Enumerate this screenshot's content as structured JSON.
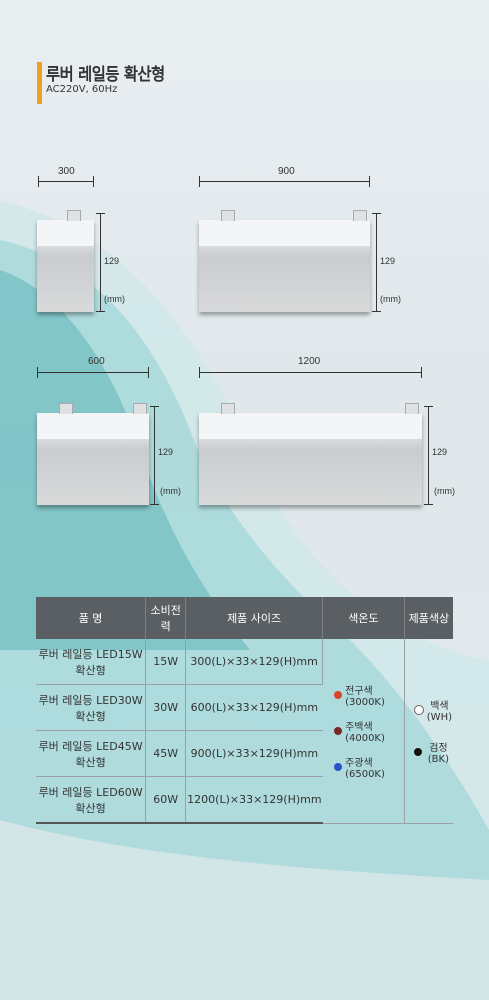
{
  "header": {
    "title": "루버 레일등 확산형",
    "subtitle": "AC220V, 60Hz"
  },
  "dimensions": {
    "w300": "300",
    "w600": "600",
    "w900": "900",
    "w1200": "1200",
    "height": "129",
    "unit": "(mm)"
  },
  "table": {
    "headers": [
      "품  명",
      "소비전력",
      "제품 사이즈",
      "색온도",
      "제품색상"
    ],
    "rows": [
      {
        "name": "루버 레일등 LED15W 확산형",
        "power": "15W",
        "size": "300(L)×33×129(H)mm"
      },
      {
        "name": "루버 레일등 LED30W 확산형",
        "power": "30W",
        "size": "600(L)×33×129(H)mm"
      },
      {
        "name": "루버 레일등 LED45W 확산형",
        "power": "45W",
        "size": "900(L)×33×129(H)mm"
      },
      {
        "name": "루버 레일등 LED60W 확산형",
        "power": "60W",
        "size": "1200(L)×33×129(H)mm"
      }
    ],
    "color_temps": [
      {
        "label": "전구색(3000K)",
        "color": "#d9472b"
      },
      {
        "label": "주백색(4000K)",
        "color": "#7a2a25"
      },
      {
        "label": "주광색(6500K)",
        "color": "#2a55c8"
      }
    ],
    "body_colors": [
      {
        "label": "백색(WH)",
        "color": "#ffffff"
      },
      {
        "label": "검정(BK)",
        "color": "#111111"
      }
    ]
  }
}
